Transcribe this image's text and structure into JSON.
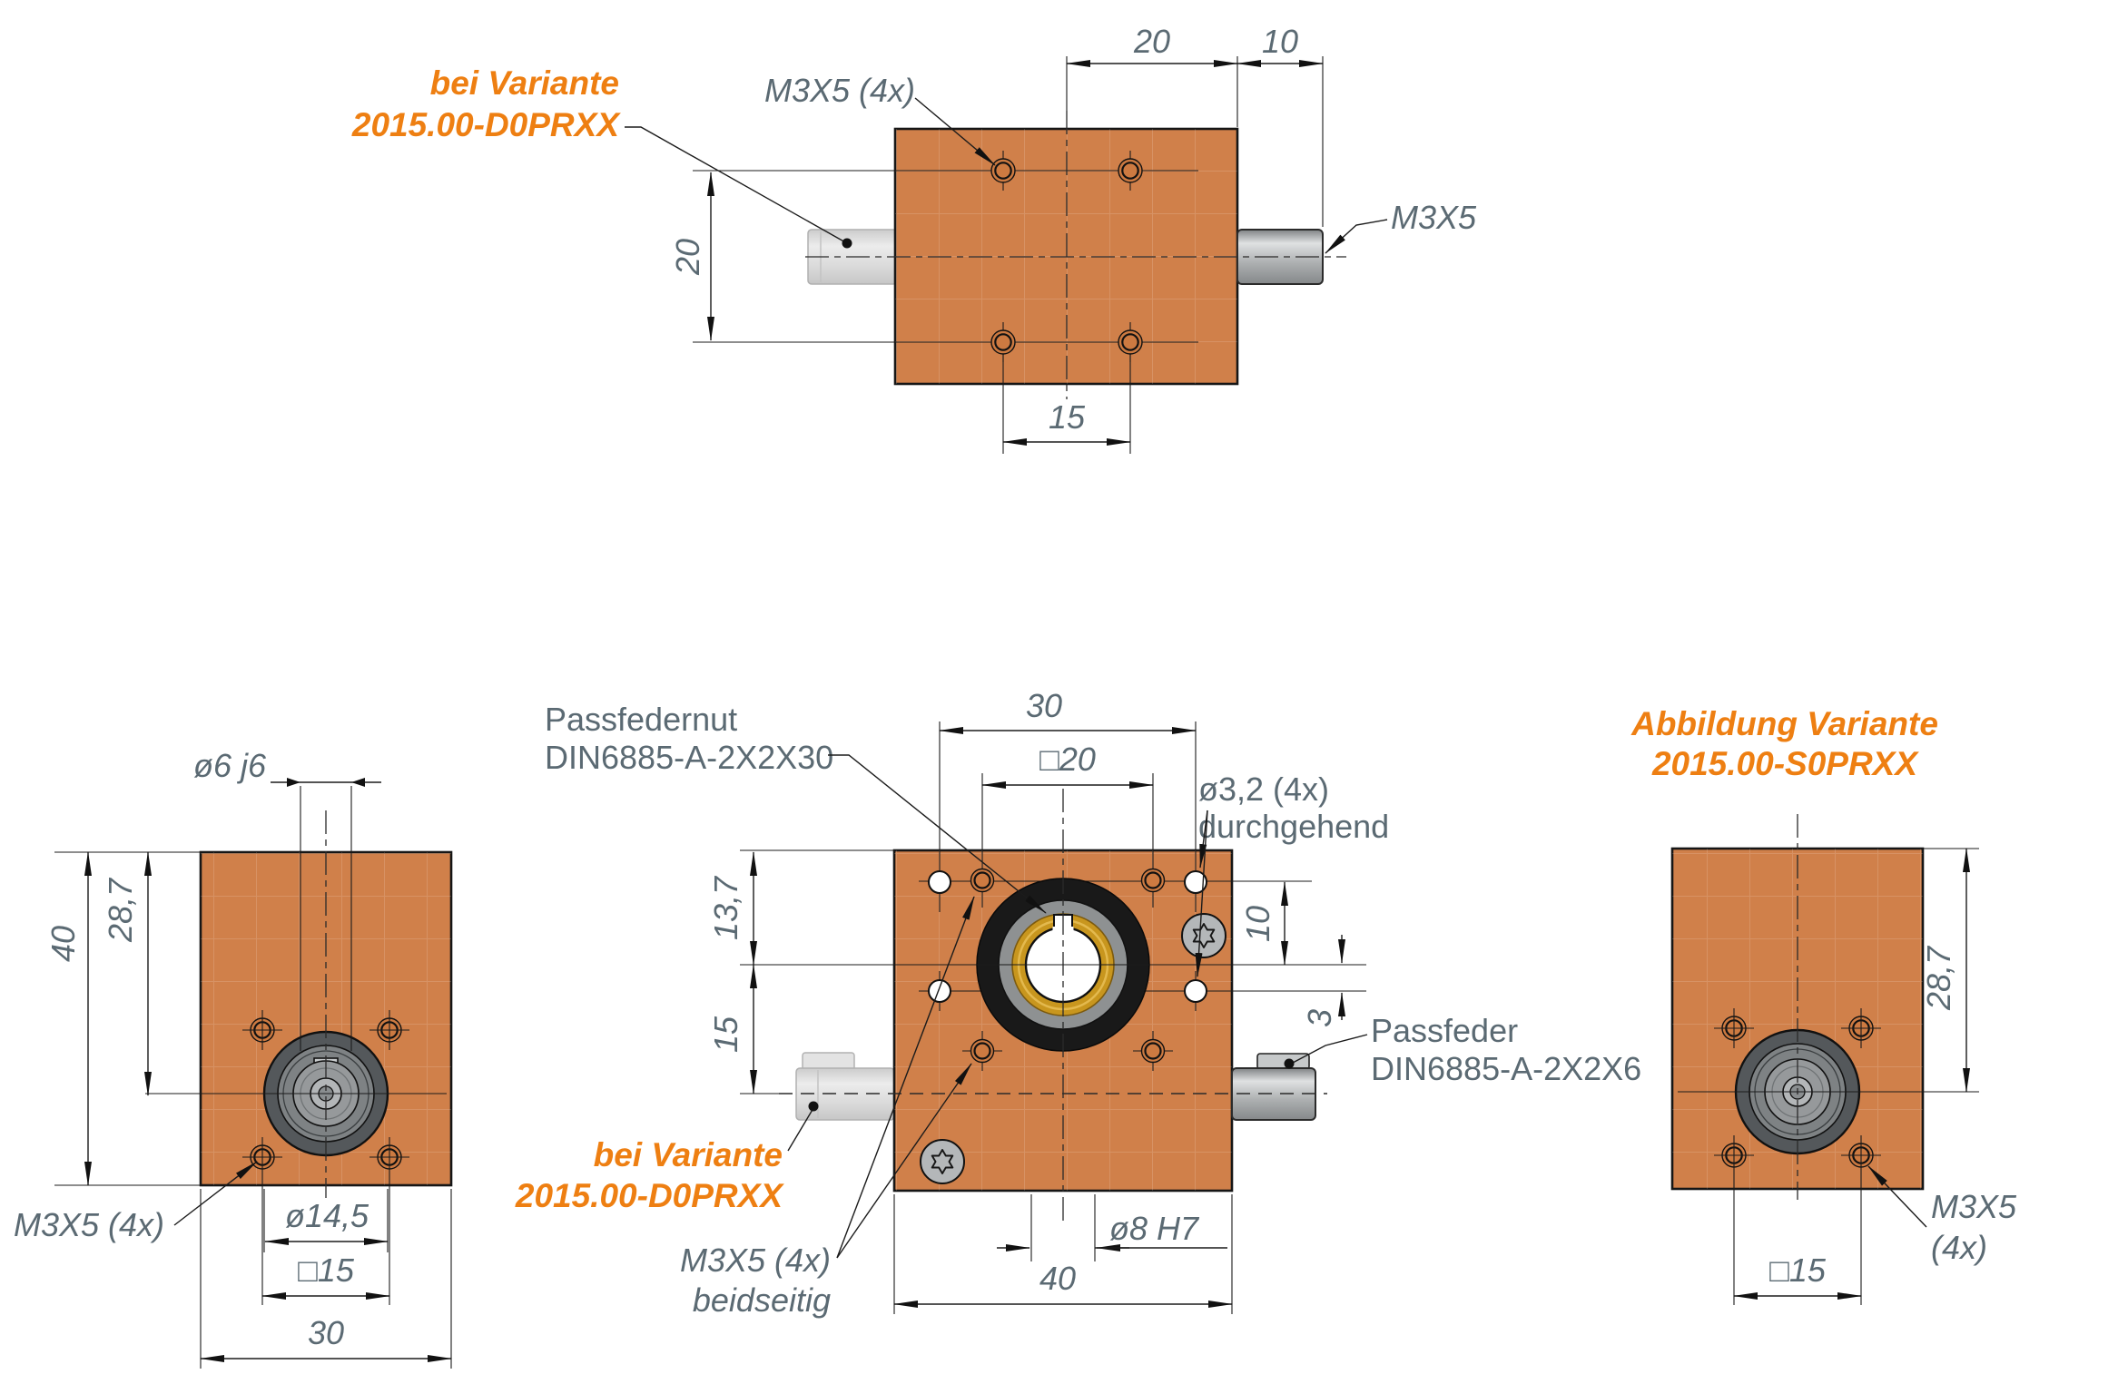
{
  "drawing": {
    "type": "technical-dimension-drawing",
    "views": [
      "top",
      "left-side",
      "front",
      "right-side"
    ]
  },
  "colors": {
    "block_orange": "#d0804a",
    "accent_orange_text": "#ee7f12",
    "dimension_text": "#5b6a73",
    "line": "#1b1b1b",
    "bearing_black": "#191919",
    "bearing_gold": "#c8961e",
    "steel_gray": "#9a9d9f"
  },
  "top_view": {
    "dim_center_to_edge": "20",
    "dim_shaft_length": "10",
    "dim_hole_rows": "20",
    "dim_hole_cols": "15",
    "variant_note": {
      "line1": "bei Variante",
      "line2": "2015.00-D0PRXX"
    },
    "thread_label": "M3X5 (4x)",
    "shaft_thread_label": "M3X5"
  },
  "left_view": {
    "shaft_dia_label": "ø6 j6",
    "dim_height": "40",
    "dim_top_to_axis": "28,7",
    "thread_label": "M3X5 (4x)",
    "flange_dia": "ø14,5",
    "hole_square": "□15",
    "dim_width": "30"
  },
  "center_view": {
    "keyway_note": {
      "line1": "Passfedernut",
      "line2": "DIN6885-A-2X2X30"
    },
    "dim_through_holes": "30",
    "hole_square": "□20",
    "through_hole_note": {
      "line1": "ø3,2 (4x)",
      "line2": "durchgehend"
    },
    "dim_top_to_center": "13,7",
    "dim_center_to_axis": "15",
    "dim_hole_above_center": "10",
    "dim_hole_below_center": "3",
    "key_note": {
      "line1": "Passfeder",
      "line2": "DIN6885-A-2X2X6"
    },
    "variant_note": {
      "line1": "bei Variante",
      "line2": "2015.00-D0PRXX"
    },
    "thread_note": {
      "line1": "M3X5 (4x)",
      "line2": "beidseitig"
    },
    "bore_label": "ø8 H7",
    "dim_width": "40"
  },
  "right_view": {
    "variant_note": {
      "line1": "Abbildung Variante",
      "line2": "2015.00-S0PRXX"
    },
    "dim_top_to_axis": "28,7",
    "hole_square": "□15",
    "thread_note": {
      "line1": "M3X5",
      "line2": "(4x)"
    }
  }
}
